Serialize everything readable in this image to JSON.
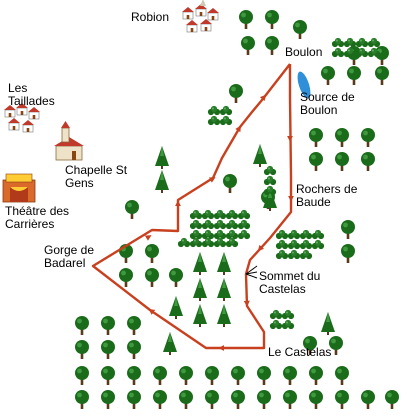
{
  "map": {
    "route_color": "#c8401e",
    "water_color": "#2f8fd8",
    "tree_color": "#1e6b1e",
    "roof_color": "#c0392b",
    "places": {
      "robion": "Robion",
      "boulon": "Boulon",
      "source_de_boulon": "Source de\nBoulon",
      "les_taillades": "Les\nTaillades",
      "chapelle_st_gens": "Chapelle St\nGens",
      "theatre_des_carrieres": "Théâtre des\nCarrières",
      "rochers_de_baude": "Rochers de\nBaude",
      "gorge_de_badarel": "Gorge de\nBadarel",
      "sommet_du_castelas": "Sommet du\nCastelas",
      "le_castelas": "Le Castelas"
    },
    "icons": [
      "village-icon",
      "chapel-icon",
      "theatre-icon",
      "spring-icon",
      "deciduous-tree-icon",
      "pine-tree-icon",
      "route-arrow-icon"
    ]
  }
}
